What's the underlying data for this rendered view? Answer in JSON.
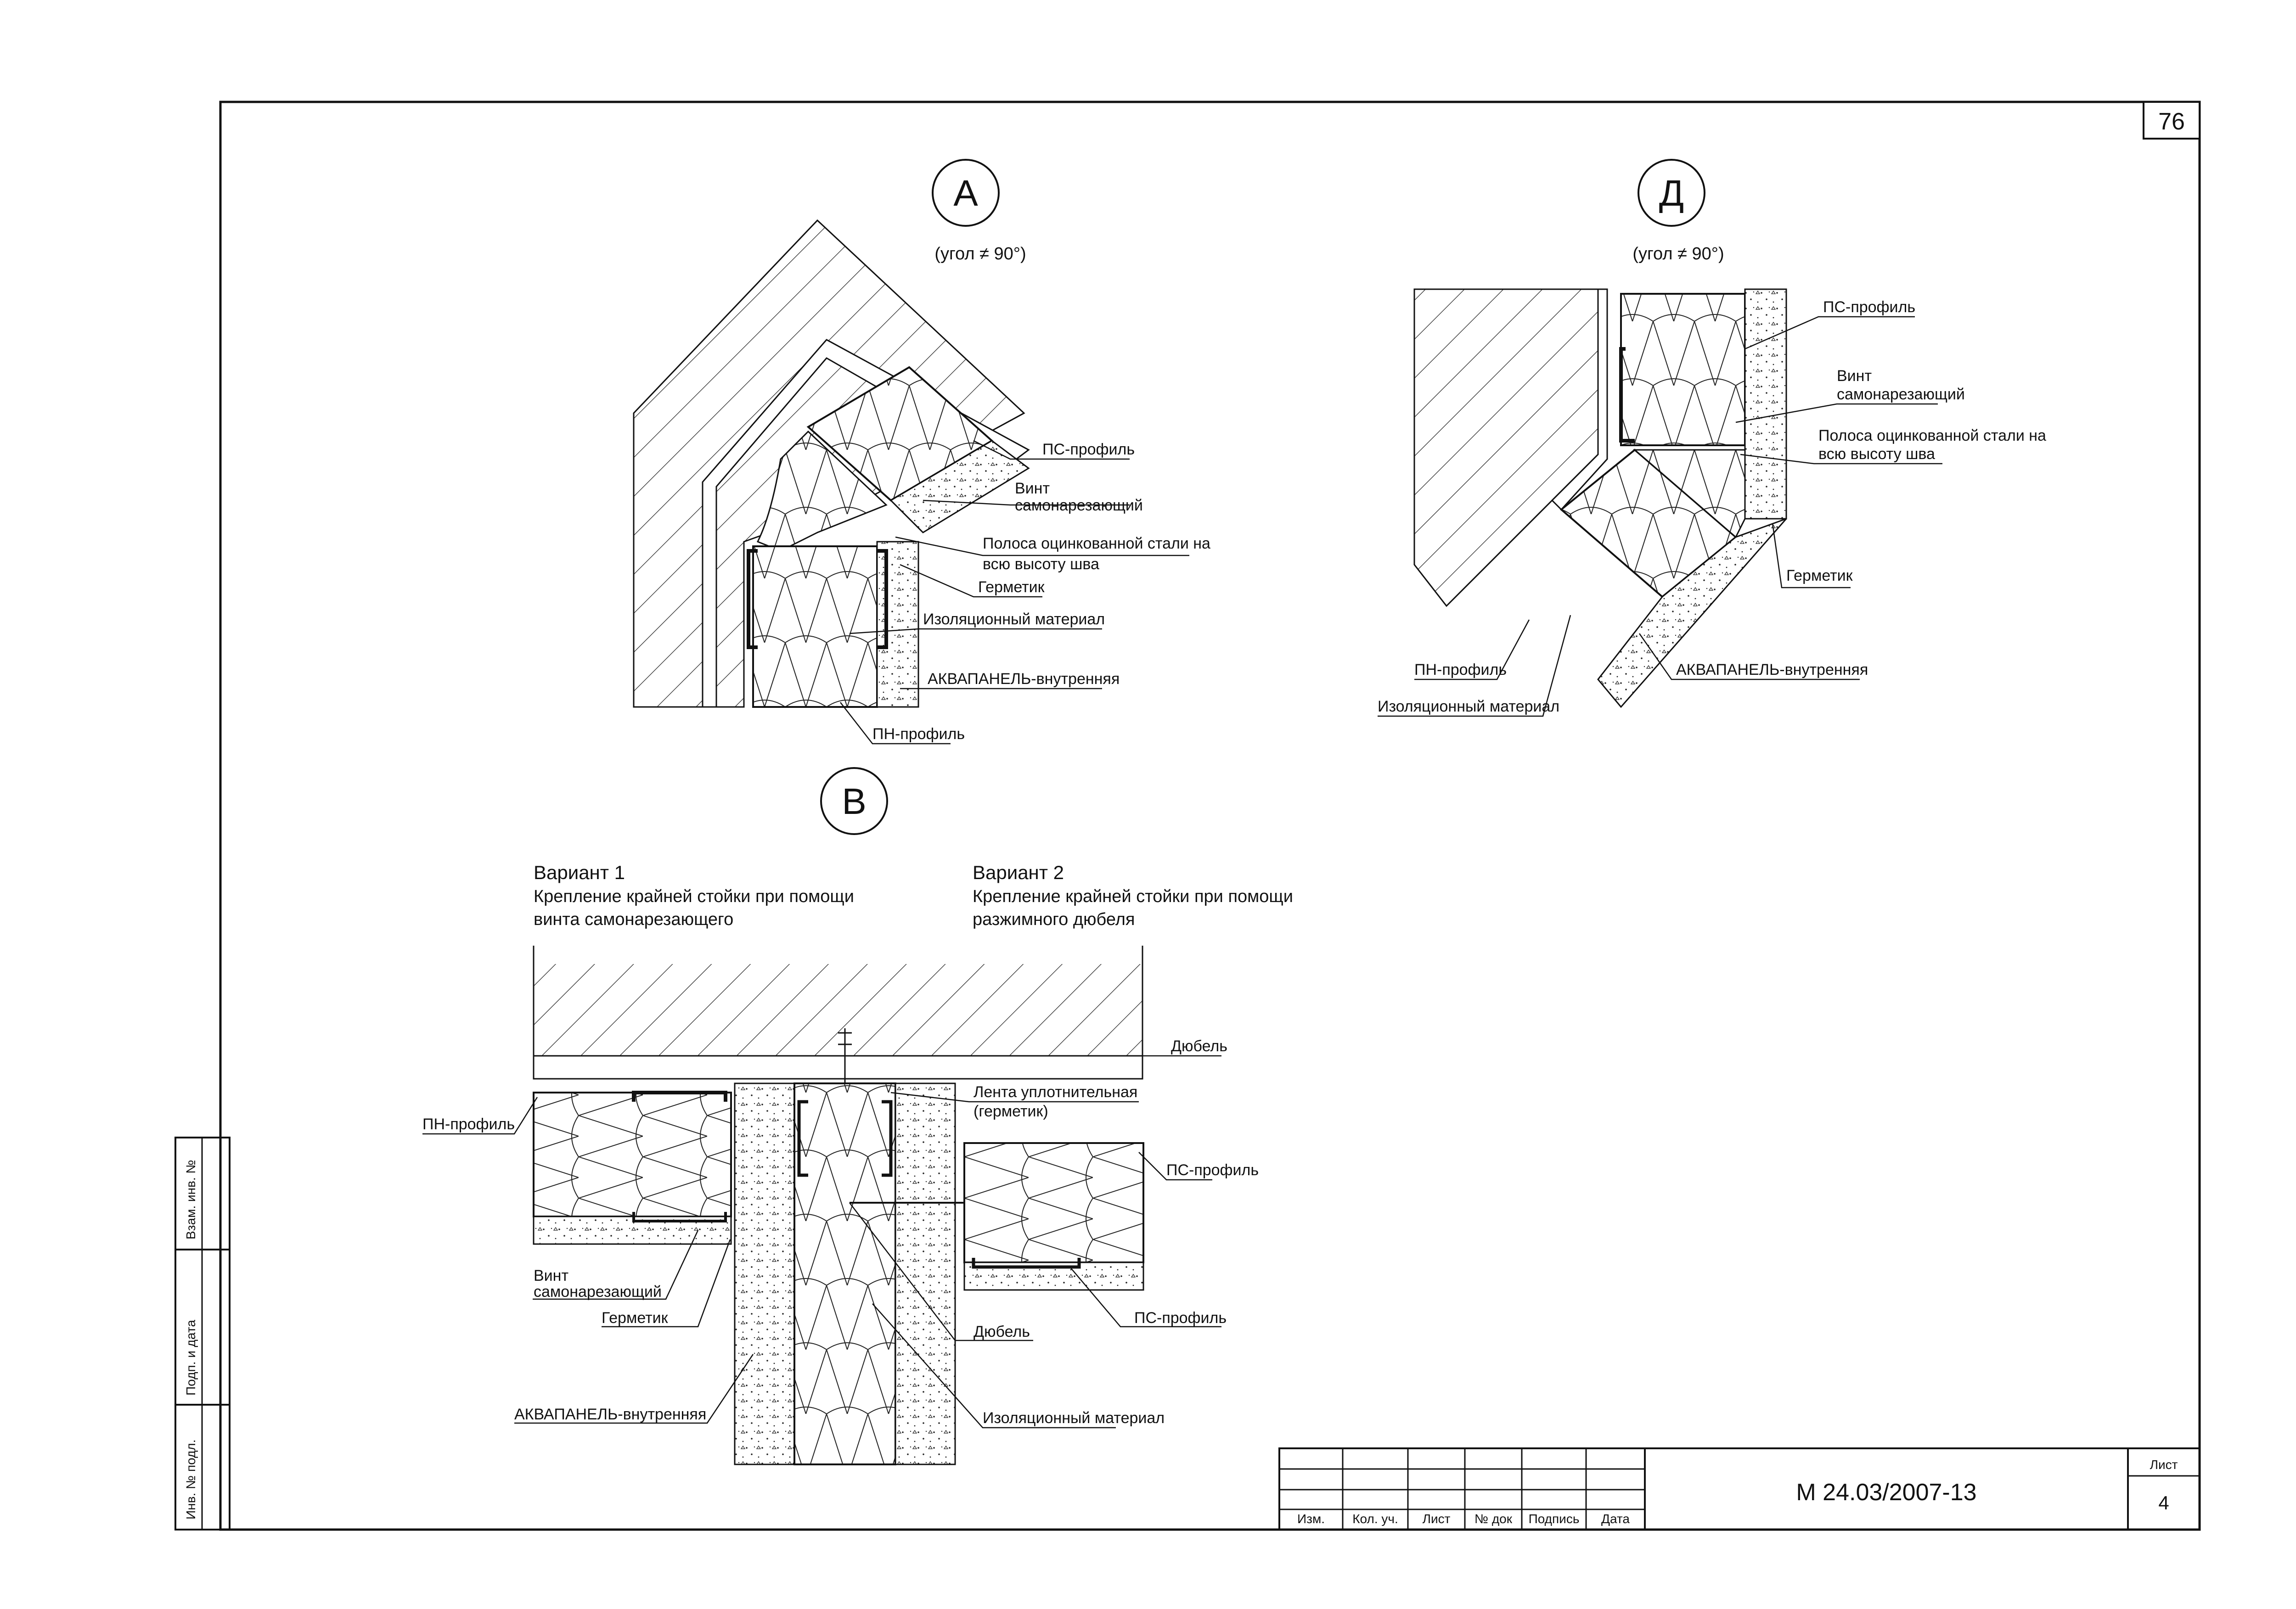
{
  "sheet": {
    "page_number": "76",
    "stamp": {
      "doc_code": "М 24.03/2007-13",
      "sheet_label": "Лист",
      "sheet_no": "4",
      "cols": [
        "Изм.",
        "Кол. уч.",
        "Лист",
        "№ док",
        "Подпись",
        "Дата"
      ]
    },
    "side": {
      "field1": "Взам. инв. №",
      "field2": "Подп. и дата",
      "field3": "Инв. № подл."
    }
  },
  "detail_a": {
    "marker": "А",
    "angle": "(угол ≠ 90°)",
    "labels": {
      "ps": "ПС-профиль",
      "vint1": "Винт",
      "vint2": "самонарезающий",
      "strip1": "Полоса оцинкованной стали на",
      "strip2": "всю высоту шва",
      "germ": "Герметик",
      "insul": "Изоляционный материал",
      "aqua": "АКВАПАНЕЛЬ-внутренняя",
      "pn": "ПН-профиль"
    }
  },
  "detail_d": {
    "marker": "Д",
    "angle": "(угол ≠ 90°)",
    "labels": {
      "ps": "ПС-профиль",
      "vint1": "Винт",
      "vint2": "самонарезающий",
      "strip1": "Полоса оцинкованной стали на",
      "strip2": "всю высоту шва",
      "germ": "Герметик",
      "pn": "ПН-профиль",
      "insul": "Изоляционный материал",
      "aqua": "АКВАПАНЕЛЬ-внутренняя"
    }
  },
  "detail_v": {
    "marker": "В",
    "var1_title": "Вариант 1",
    "var1_line1": "Крепление крайней стойки при помощи",
    "var1_line2": "винта самонарезающего",
    "var2_title": "Вариант 2",
    "var2_line1": "Крепление крайней стойки при помощи",
    "var2_line2": "разжимного дюбеля",
    "labels": {
      "dowel_top": "Дюбель",
      "tape1": "Лента уплотнительная",
      "tape2": "(герметик)",
      "pn": "ПН-профиль",
      "ps_right": "ПС-профиль",
      "vint1": "Винт",
      "vint2": "самонарезающий",
      "germ": "Герметик",
      "dowel": "Дюбель",
      "ps_bottom": "ПС-профиль",
      "aqua": "АКВАПАНЕЛЬ-внутренняя",
      "insul": "Изоляционный материал"
    }
  }
}
